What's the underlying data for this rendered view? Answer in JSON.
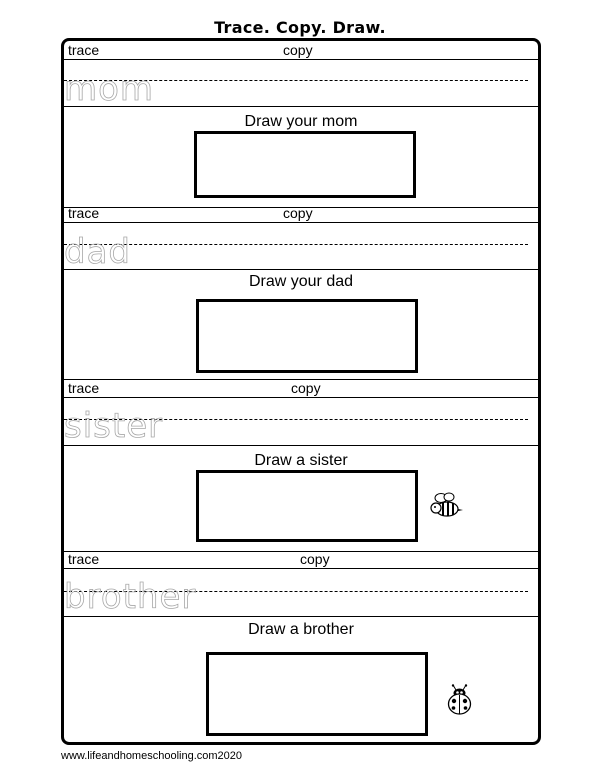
{
  "title": "Trace. Copy. Draw.",
  "sections": [
    {
      "trace_label": "trace",
      "copy_label": "copy",
      "word": "mom",
      "draw_title": "Draw your mom"
    },
    {
      "trace_label": "trace",
      "copy_label": "copy",
      "word": "dad",
      "draw_title": "Draw your dad"
    },
    {
      "trace_label": "trace",
      "copy_label": "copy",
      "word": "sister",
      "draw_title": "Draw a sister"
    },
    {
      "trace_label": "trace",
      "copy_label": "copy",
      "word": "brother",
      "draw_title": "Draw a brother"
    }
  ],
  "icons": {
    "sister_section": "bee-icon",
    "brother_section": "ladybug-icon"
  },
  "footer": "www.lifeandhomeschooling.com2020"
}
